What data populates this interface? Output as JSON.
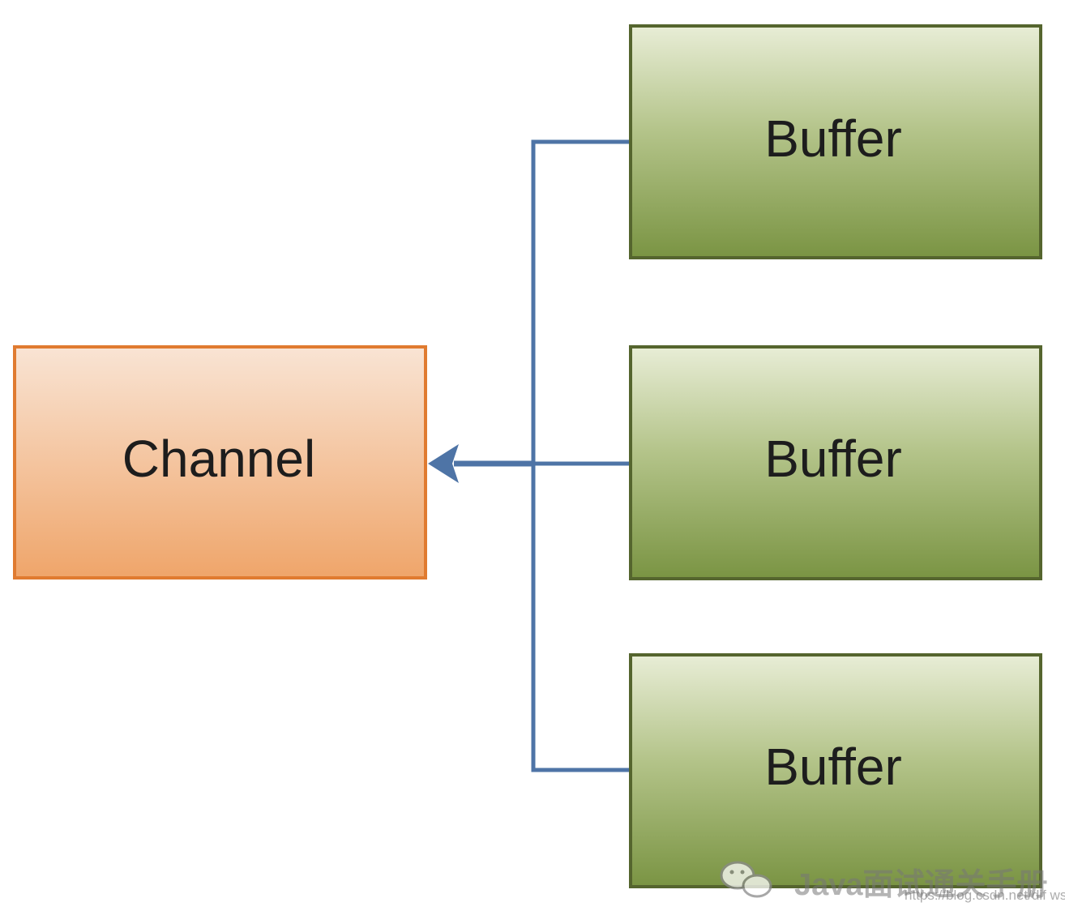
{
  "nodes": {
    "channel": {
      "label": "Channel"
    },
    "buffers": [
      {
        "label": "Buffer"
      },
      {
        "label": "Buffer"
      },
      {
        "label": "Buffer"
      }
    ]
  },
  "watermark": {
    "brand": "Java面试通关手册",
    "url": "https://blog.csdn.net/dif wsb"
  },
  "colors": {
    "channel_fill_top": "#f9e2d0",
    "channel_fill_bottom": "#f0a76c",
    "channel_border": "#e07b30",
    "buffer_fill_top": "#e6ebd2",
    "buffer_fill_bottom": "#7d9846",
    "buffer_border": "#55652e",
    "connector": "#4e74a6"
  }
}
